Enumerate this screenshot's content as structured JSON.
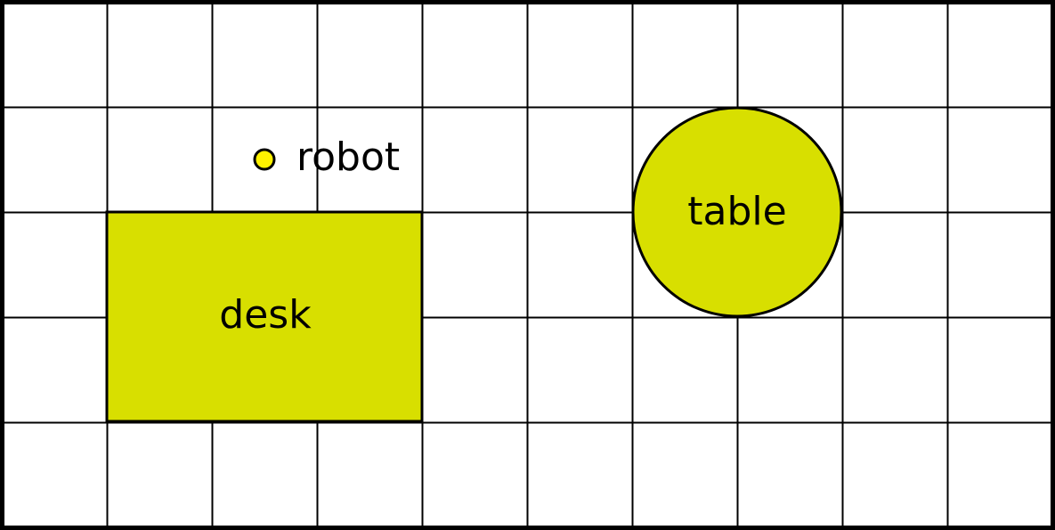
{
  "map": {
    "columns": 10,
    "rows": 5,
    "cell_color": "#ffffff",
    "line_color": "#000000"
  },
  "desk": {
    "label": "desk",
    "color": "#d8df00",
    "shape": "rectangle"
  },
  "table": {
    "label": "table",
    "color": "#d8df00",
    "shape": "circle"
  },
  "robot": {
    "label": "robot",
    "color": "#fff200",
    "shape": "dot"
  }
}
